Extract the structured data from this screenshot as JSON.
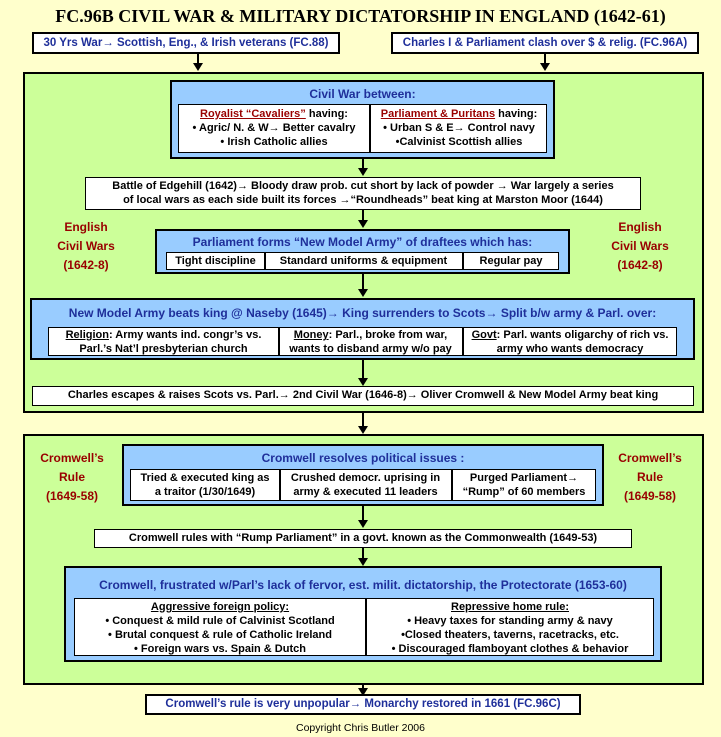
{
  "title": "FC.96B CIVIL WAR & MILITARY DICTATORSHIP IN ENGLAND (1642-61)",
  "top_left": "30 Yrs War→ Scottish, Eng., & Irish veterans (FC.88)",
  "top_right": "Charles I & Parliament clash over $ & relig. (FC.96A)",
  "civil_war": {
    "side_label": [
      "English",
      "Civil Wars",
      "(1642-8)"
    ],
    "between_title": "Civil War between:",
    "royalist": {
      "heading": "Royalist “Cavaliers”",
      "having": " having:",
      "lines": [
        "• Agric/ N. & W→ Better cavalry",
        "• Irish Catholic allies"
      ]
    },
    "parliament": {
      "heading": "Parliament & Puritans",
      "having": " having:",
      "lines": [
        "• Urban S & E→ Control navy",
        "•Calvinist Scottish allies"
      ]
    },
    "edgehill": [
      "Battle of Edgehill (1642)→ Bloody draw prob. cut short by lack of powder  → War largely a series",
      "of local wars as each side built its forces →“Roundheads” beat king at Marston Moor (1644)"
    ],
    "nma_title": "Parliament forms “New Model Army” of draftees which has:",
    "nma_items": [
      "Tight discipline",
      "Standard uniforms & equipment",
      "Regular pay"
    ],
    "naseby_title": "New Model Army beats king @ Naseby (1645)→  King surrenders to Scots→ Split b/w army & Parl. over:",
    "split": {
      "religion_label": "Religion",
      "religion_text": ": Army wants ind. congr’s vs.",
      "religion_line2": "Parl.’s Nat’l presbyterian church",
      "money_label": "Money",
      "money_text": ": Parl., broke from war,",
      "money_line2": "wants to disband army w/o pay",
      "govt_label": "Govt",
      "govt_text": ": Parl. wants oligarchy of rich vs.",
      "govt_line2": "army who wants democracy"
    },
    "escape": "Charles escapes & raises Scots vs. Parl.→ 2nd Civil War (1646-8)→ Oliver Cromwell & New Model Army beat king"
  },
  "cromwell": {
    "side_label": [
      "Cromwell’s",
      "Rule",
      "(1649-58)"
    ],
    "resolves_title": "Cromwell resolves political issues :",
    "resolves": [
      [
        "Tried & executed king as",
        "a traitor (1/30/1649)"
      ],
      [
        "Crushed democr. uprising in",
        "army & executed 11 leaders"
      ],
      [
        "Purged Parliament→",
        "“Rump” of 60 members"
      ]
    ],
    "rump": "Cromwell rules with “Rump Parliament” in a govt. known as the Commonwealth (1649-53)",
    "protectorate_title": "Cromwell, frustrated w/Parl’s lack of fervor, est. milit. dictatorship, the Protectorate (1653-60)",
    "foreign": {
      "heading": "Aggressive foreign policy:",
      "lines": [
        "• Conquest & mild rule of Calvinist Scotland",
        "• Brutal conquest & rule of Catholic Ireland",
        "• Foreign wars vs. Spain & Dutch"
      ]
    },
    "home": {
      "heading": "Repressive home rule:",
      "lines": [
        "• Heavy taxes for standing army & navy",
        "•Closed theaters, taverns, racetracks, etc.",
        "• Discouraged flamboyant clothes & behavior"
      ]
    }
  },
  "bottom": "Cromwell’s rule is very unpopular→  Monarchy restored in 1661 (FC.96C)",
  "copyright": "Copyright Chris Butler 2006"
}
